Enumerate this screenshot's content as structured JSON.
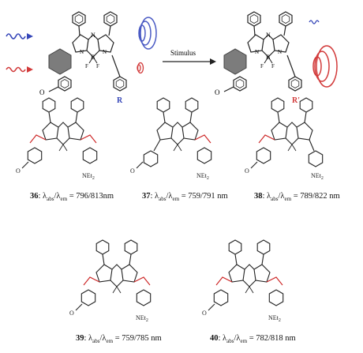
{
  "colors": {
    "ink": "#222222",
    "ring_red": "#cc2222",
    "ring_gray": "#8a8a8a",
    "wave_blue": "#3546b8",
    "wave_red": "#d23a3a"
  },
  "top_scheme": {
    "arrow_label": "Stimulus",
    "left": {
      "methoxy": "O",
      "R_label": "R",
      "F_left": "F",
      "F_right": "F",
      "B": "B",
      "N_bridge": "N",
      "N_left": "N",
      "N_right": "N"
    },
    "right": {
      "methoxy": "O",
      "R_label": "R'",
      "F_left": "F",
      "F_right": "F",
      "B": "B",
      "N_bridge": "N",
      "N_left": "N",
      "N_right": "N"
    }
  },
  "compounds": [
    {
      "num": "36",
      "sep": ": λ",
      "abs": "abs",
      "slash": "/λ",
      "em": "em",
      "val": " = 796/813nm",
      "amine": "NEt",
      "amine_sub": "2",
      "methoxy": "O"
    },
    {
      "num": "37",
      "sep": ": λ",
      "abs": "abs",
      "slash": "/λ",
      "em": "em",
      "val": " = 759/791 nm",
      "amine": "NEt",
      "amine_sub": "2",
      "methoxy": "O"
    },
    {
      "num": "38",
      "sep": ": λ",
      "abs": "abs",
      "slash": "/λ",
      "em": "em",
      "val": " = 789/822 nm",
      "amine": "NEt",
      "amine_sub": "2",
      "methoxy": "O"
    },
    {
      "num": "39",
      "sep": ": λ",
      "abs": "abs",
      "slash": "/λ",
      "em": "em",
      "val": " = 759/785 nm",
      "amine": "NEt",
      "amine_sub": "2",
      "methoxy": "O"
    },
    {
      "num": "40",
      "sep": ": λ",
      "abs": "abs",
      "slash": "/λ",
      "em": "em",
      "val": " = 782/818 nm",
      "amine": "NEt",
      "amine_sub": "2",
      "methoxy": "O"
    }
  ]
}
